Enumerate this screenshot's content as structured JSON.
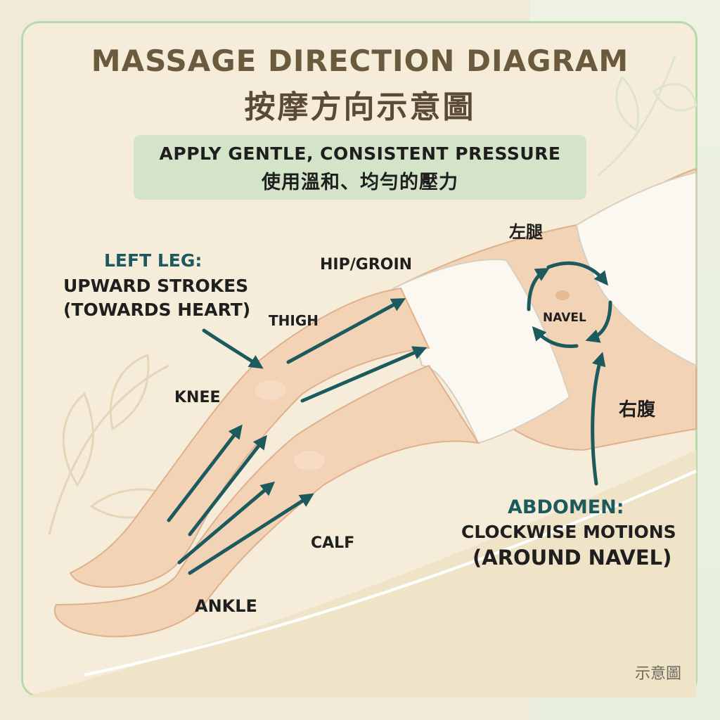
{
  "title_en": "MASSAGE DIRECTION DIAGRAM",
  "title_zh": "按摩方向示意圖",
  "banner": {
    "en": "APPLY GENTLE, CONSISTENT PRESSURE",
    "zh": "使用溫和、均勻的壓力"
  },
  "left_leg": {
    "heading": "LEFT LEG:",
    "line1": "UPWARD STROKES",
    "line2": "(TOWARDS HEART)"
  },
  "abdomen": {
    "heading": "ABDOMEN:",
    "line1": "CLOCKWISE MOTIONS",
    "line2": "(AROUND NAVEL)"
  },
  "labels": {
    "left_thigh_zh": "左腿",
    "hip_groin": "HIP/GROIN",
    "thigh": "THIGH",
    "navel": "NAVEL",
    "knee": "KNEE",
    "right_abdomen_zh": "右腹",
    "calf": "CALF",
    "ankle": "ANKLE"
  },
  "footnote": "示意圖",
  "colors": {
    "accent_teal": "#1d5a5e",
    "skin": "#f3d3b6",
    "cloth": "#fbf8f2",
    "banner": "#d3e4c9",
    "border": "#b9d8ac"
  }
}
